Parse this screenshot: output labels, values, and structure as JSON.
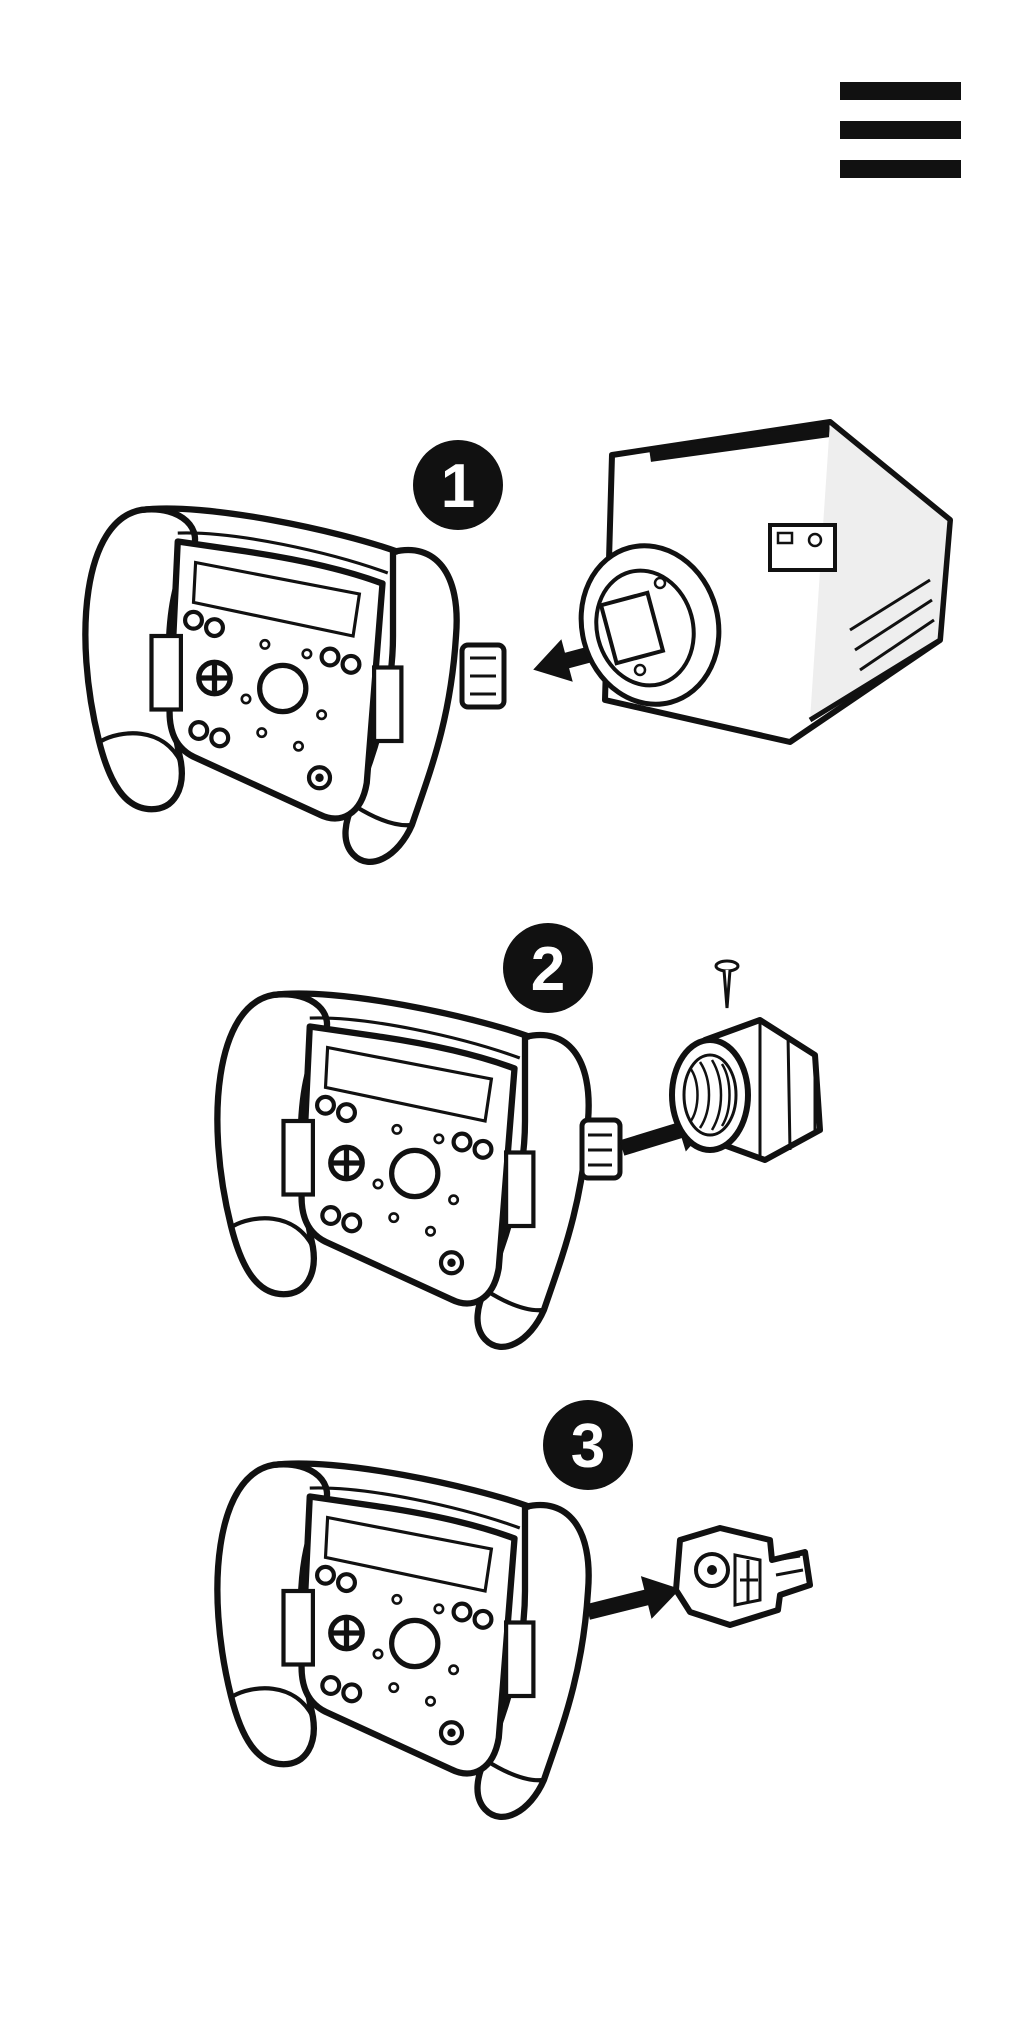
{
  "steps": [
    {
      "number": "1",
      "description": ""
    },
    {
      "number": "2",
      "description": ""
    },
    {
      "number": "3",
      "description": ""
    }
  ],
  "colors": {
    "ink": "#111111",
    "paper": "#ffffff",
    "shade": "#e8e8e8"
  },
  "icons": {
    "menu": "hamburger-menu-icon",
    "arrow": "push-arrow-icon",
    "screw": "screw-icon"
  }
}
